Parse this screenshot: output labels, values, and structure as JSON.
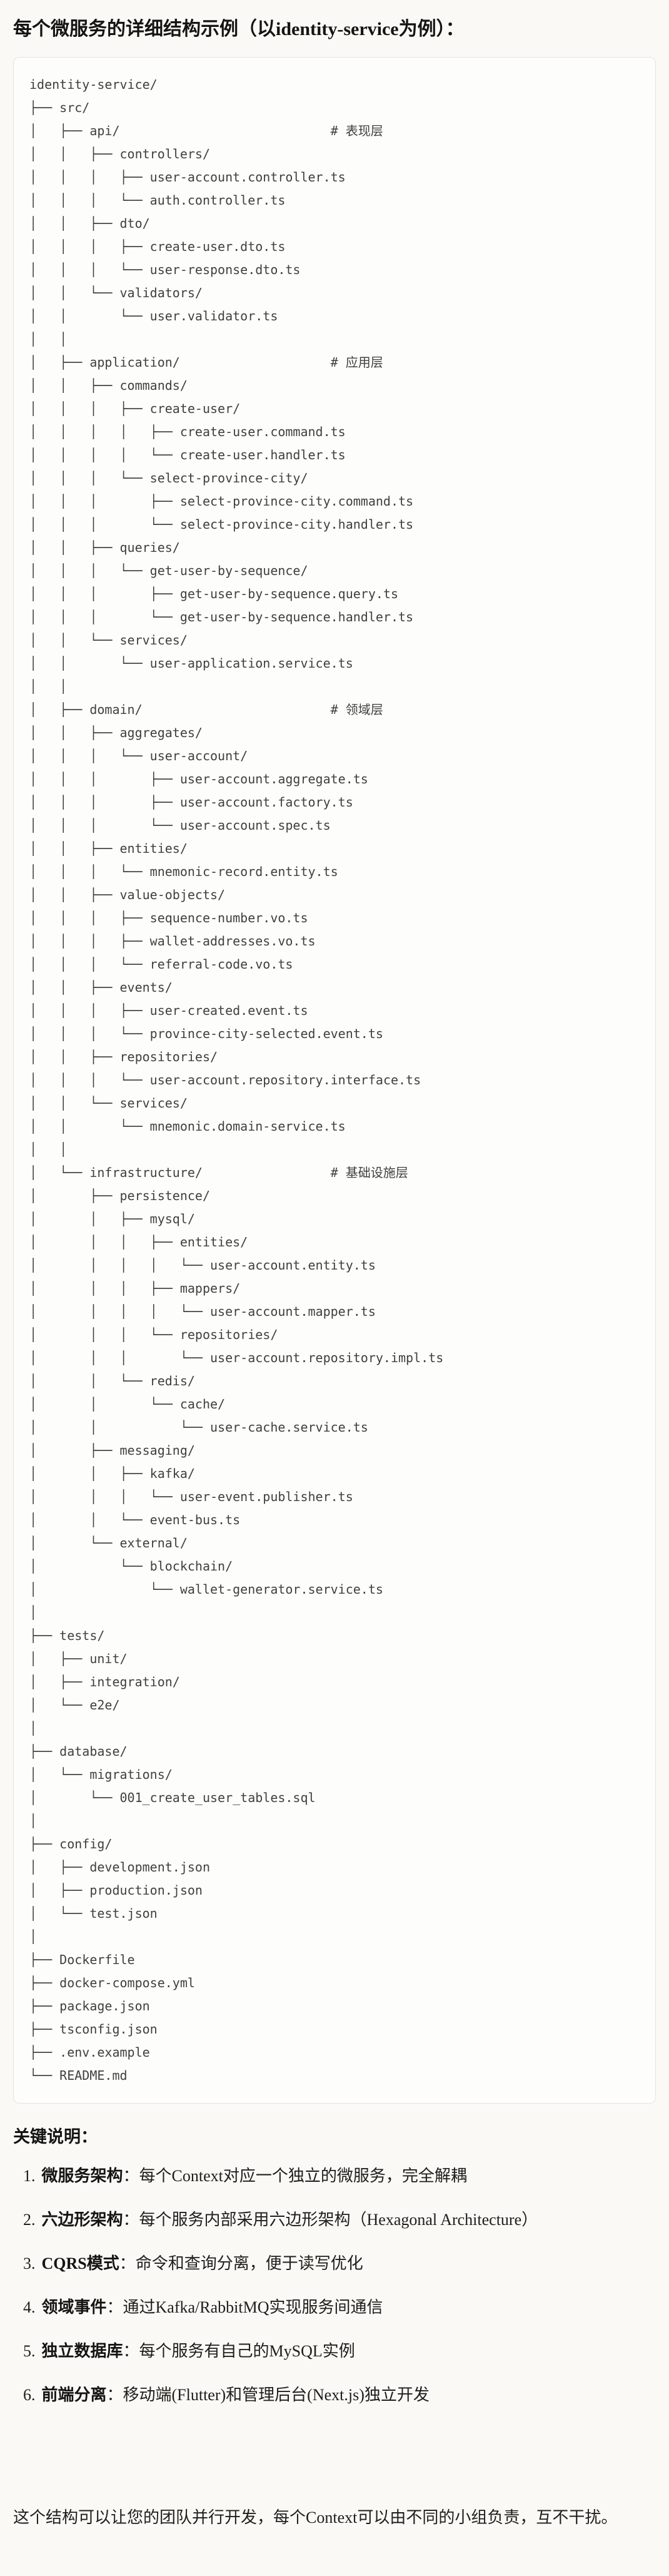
{
  "page": {
    "title": "每个微服务的详细结构示例（以identity-service为例）：",
    "background": "#FAF9F5"
  },
  "code_block": {
    "lines": [
      "identity-service/",
      "├── src/",
      "│   ├── api/                            # 表现层",
      "│   │   ├── controllers/",
      "│   │   │   ├── user-account.controller.ts",
      "│   │   │   └── auth.controller.ts",
      "│   │   ├── dto/",
      "│   │   │   ├── create-user.dto.ts",
      "│   │   │   └── user-response.dto.ts",
      "│   │   └── validators/",
      "│   │       └── user.validator.ts",
      "│   │",
      "│   ├── application/                    # 应用层",
      "│   │   ├── commands/",
      "│   │   │   ├── create-user/",
      "│   │   │   │   ├── create-user.command.ts",
      "│   │   │   │   └── create-user.handler.ts",
      "│   │   │   └── select-province-city/",
      "│   │   │       ├── select-province-city.command.ts",
      "│   │   │       └── select-province-city.handler.ts",
      "│   │   ├── queries/",
      "│   │   │   └── get-user-by-sequence/",
      "│   │   │       ├── get-user-by-sequence.query.ts",
      "│   │   │       └── get-user-by-sequence.handler.ts",
      "│   │   └── services/",
      "│   │       └── user-application.service.ts",
      "│   │",
      "│   ├── domain/                         # 领域层",
      "│   │   ├── aggregates/",
      "│   │   │   └── user-account/",
      "│   │   │       ├── user-account.aggregate.ts",
      "│   │   │       ├── user-account.factory.ts",
      "│   │   │       └── user-account.spec.ts",
      "│   │   ├── entities/",
      "│   │   │   └── mnemonic-record.entity.ts",
      "│   │   ├── value-objects/",
      "│   │   │   ├── sequence-number.vo.ts",
      "│   │   │   ├── wallet-addresses.vo.ts",
      "│   │   │   └── referral-code.vo.ts",
      "│   │   ├── events/",
      "│   │   │   ├── user-created.event.ts",
      "│   │   │   └── province-city-selected.event.ts",
      "│   │   ├── repositories/",
      "│   │   │   └── user-account.repository.interface.ts",
      "│   │   └── services/",
      "│   │       └── mnemonic.domain-service.ts",
      "│   │",
      "│   └── infrastructure/                 # 基础设施层",
      "│       ├── persistence/",
      "│       │   ├── mysql/",
      "│       │   │   ├── entities/",
      "│       │   │   │   └── user-account.entity.ts",
      "│       │   │   ├── mappers/",
      "│       │   │   │   └── user-account.mapper.ts",
      "│       │   │   └── repositories/",
      "│       │   │       └── user-account.repository.impl.ts",
      "│       │   └── redis/",
      "│       │       └── cache/",
      "│       │           └── user-cache.service.ts",
      "│       ├── messaging/",
      "│       │   ├── kafka/",
      "│       │   │   └── user-event.publisher.ts",
      "│       │   └── event-bus.ts",
      "│       └── external/",
      "│           └── blockchain/",
      "│               └── wallet-generator.service.ts",
      "│",
      "├── tests/",
      "│   ├── unit/",
      "│   ├── integration/",
      "│   └── e2e/",
      "│",
      "├── database/",
      "│   └── migrations/",
      "│       └── 001_create_user_tables.sql",
      "│",
      "├── config/",
      "│   ├── development.json",
      "│   ├── production.json",
      "│   └── test.json",
      "│",
      "├── Dockerfile",
      "├── docker-compose.yml",
      "├── package.json",
      "├── tsconfig.json",
      "├── .env.example",
      "└── README.md"
    ]
  },
  "notes": {
    "heading": "关键说明：",
    "items": [
      {
        "num": "1.",
        "term": "微服务架构",
        "rest": "：每个Context对应一个独立的微服务，完全解耦"
      },
      {
        "num": "2.",
        "term": "六边形架构",
        "rest": "：每个服务内部采用六边形架构（Hexagonal Architecture）"
      },
      {
        "num": "3.",
        "term": "CQRS模式",
        "rest": "：命令和查询分离，便于读写优化"
      },
      {
        "num": "4.",
        "term": "领域事件",
        "rest": "：通过Kafka/RabbitMQ实现服务间通信"
      },
      {
        "num": "5.",
        "term": "独立数据库",
        "rest": "：每个服务有自己的MySQL实例"
      },
      {
        "num": "6.",
        "term": "前端分离",
        "rest": "：移动端(Flutter)和管理后台(Next.js)独立开发"
      }
    ]
  },
  "footer": {
    "text": "这个结构可以让您的团队并行开发，每个Context可以由不同的小组负责，互不干扰。"
  }
}
